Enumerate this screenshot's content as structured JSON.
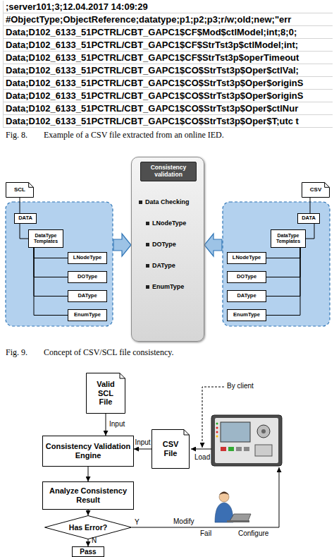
{
  "diagram": {
    "nodes": [
      {
        "text": [
          "SCL"
        ]
      },
      {
        "text": [
          "DATA"
        ]
      },
      {
        "text": [
          "DataType Templates"
        ]
      },
      {
        "text": [
          "LNodeType"
        ]
      },
      {
        "text": [
          "DOType"
        ]
      },
      {
        "text": [
          "DAType"
        ]
      },
      {
        "text": [
          "EnumType"
        ]
      },
      {
        "text": [
          "Data Checking",
          "LNodeType",
          "DOType",
          "DAType",
          "EnumType"
        ]
      },
      {
        "text": [
          "Consistency validation"
        ],
        "in": 7
      },
      {
        "text": [
          "CSV"
        ]
      },
      {
        "text": [
          "DATA"
        ]
      },
      {
        "text": [
          "DataType Templates"
        ]
      },
      {
        "text": [
          "LNodeType"
        ]
      },
      {
        "text": [
          "DOType"
        ]
      },
      {
        "text": [
          "DAType"
        ]
      },
      {
        "text": [
          "EnumType"
        ]
      },
      {
        "text": [
          "Valid SCL File"
        ]
      },
      {
        "text": [
          "Consistency Validation Engine"
        ]
      },
      {
        "text": [
          "CSV File"
        ]
      },
      {
        "text": [
          "Analyze Consistency Result"
        ]
      },
      {
        "text": [
          "Has Error?"
        ]
      },
      {
        "text": [
          "Pass"
        ]
      }
    ],
    "edges": [
      {
        "from": 0,
        "to": 1,
        "arrow": "none"
      },
      {
        "from": 1,
        "to": 2,
        "arrow": "none"
      },
      {
        "from": 2,
        "to": 3,
        "arrow": "none"
      },
      {
        "from": 2,
        "to": 4,
        "arrow": "none"
      },
      {
        "from": 2,
        "to": 5,
        "arrow": "none"
      },
      {
        "from": 2,
        "to": 6,
        "arrow": "none"
      },
      {
        "from": 9,
        "to": 10,
        "arrow": "none"
      },
      {
        "from": 10,
        "to": 11,
        "arrow": "none"
      },
      {
        "from": 11,
        "to": 12,
        "arrow": "none"
      },
      {
        "from": 11,
        "to": 13,
        "arrow": "none"
      },
      {
        "from": 11,
        "to": 14,
        "arrow": "none"
      },
      {
        "from": 11,
        "to": 15,
        "arrow": "none"
      },
      {
        "from": 16,
        "to": 17,
        "label": "Input",
        "arrow": "to"
      },
      {
        "from": 18,
        "to": 17,
        "label": "Input",
        "arrow": "to"
      },
      {
        "from": 17,
        "to": 19,
        "arrow": "to"
      },
      {
        "from": 19,
        "to": 20,
        "arrow": "to"
      },
      {
        "from": 20,
        "to": 21,
        "label": "N",
        "arrow": "to"
      }
    ],
    "labels": [
      ";server101;3;12.04.2017 14:09:29",
      "#ObjectType;ObjectReference;datatype;p1;p2;p3;r/w;old;new;\"err",
      "Data;D102_6133_51PCTRL/CBT_GAPC1$CF$Mod$ctlModel;int;8;0;",
      "Data;D102_6133_51PCTRL/CBT_GAPC1$CF$StrTst3p$ctlModel;int;",
      "Data;D102_6133_51PCTRL/CBT_GAPC1$CF$StrTst3p$operTimeout",
      "Data;D102_6133_51PCTRL/CBT_GAPC1$CO$StrTst3p$Oper$ctlVal;",
      "Data;D102_6133_51PCTRL/CBT_GAPC1$CO$StrTst3p$Oper$originS",
      "Data;D102_6133_51PCTRL/CBT_GAPC1$CO$StrTst3p$Oper$originS",
      "Data;D102_6133_51PCTRL/CBT_GAPC1$CO$StrTst3p$Oper$ctlNur",
      "Data;D102_6133_51PCTRL/CBT_GAPC1$CO$StrTst3p$Oper$T;utc t",
      "Fig. 8.",
      "Example of a CSV file extracted from an online IED.",
      "Fig. 9.",
      "Concept of CSV/SCL file consistency.",
      "By client",
      "Load",
      "Y",
      "Modify",
      "Fail",
      "Configure"
    ]
  }
}
